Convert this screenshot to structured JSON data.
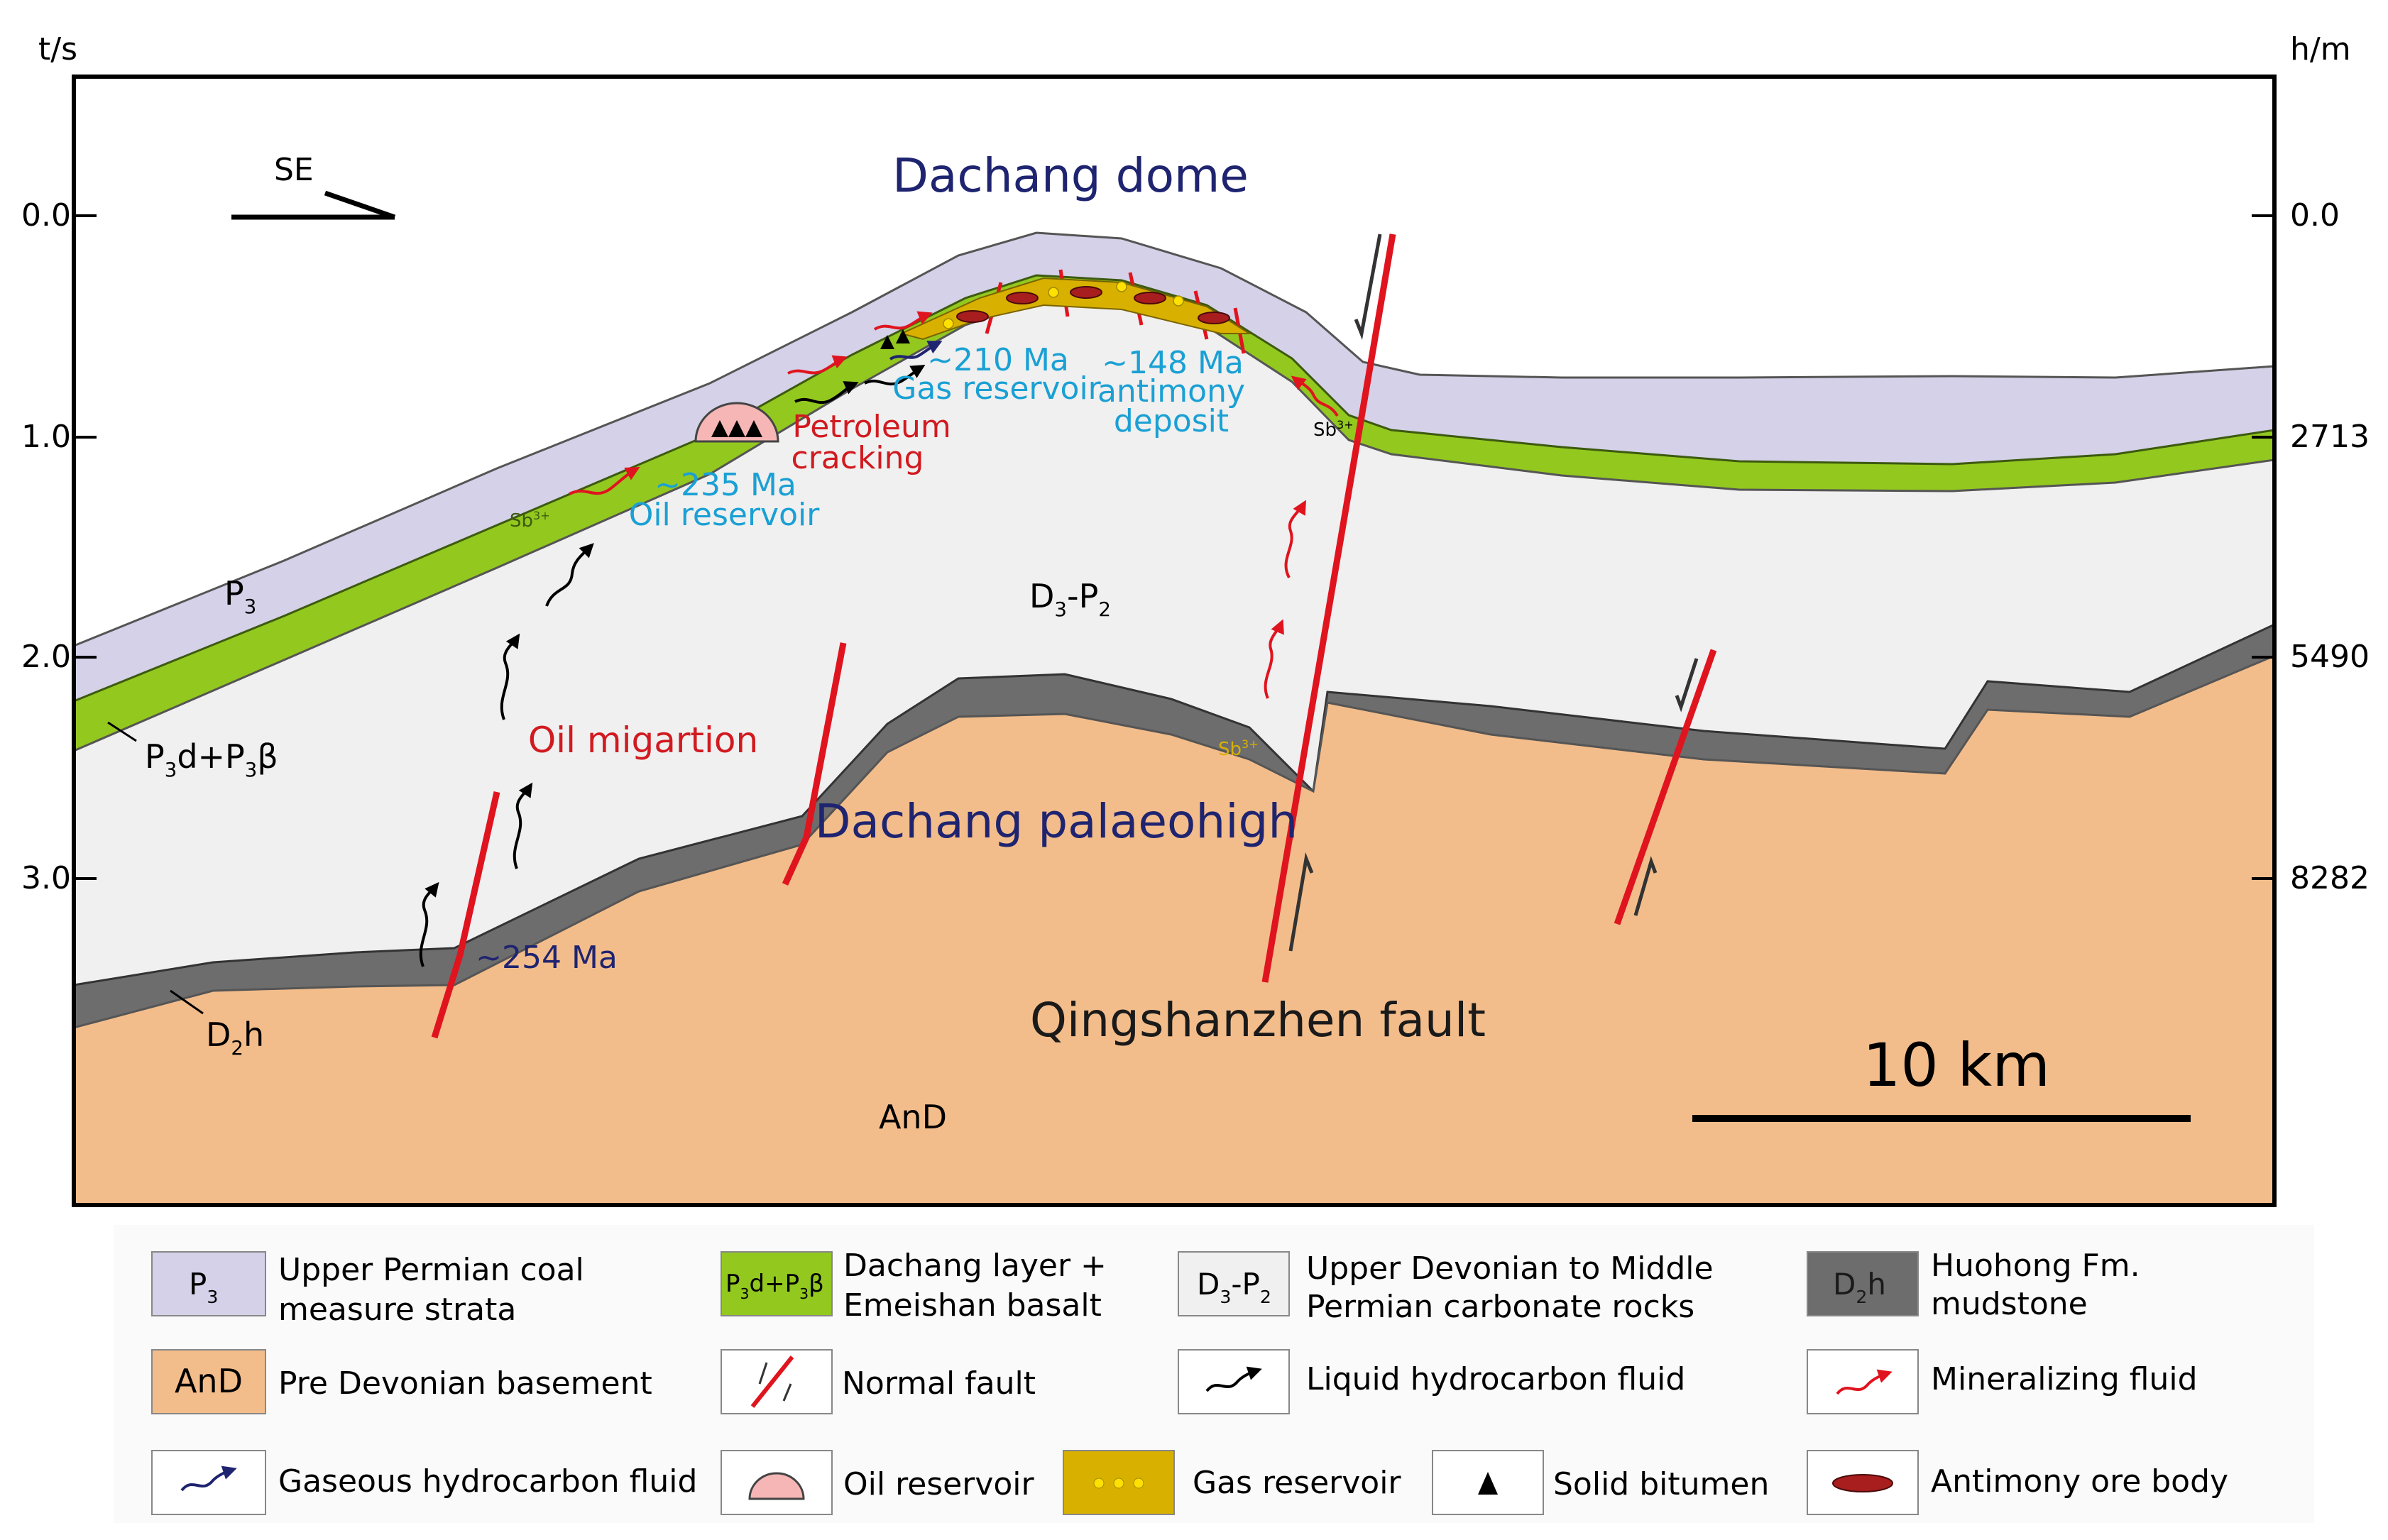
{
  "axes": {
    "left_unit": "t/s",
    "right_unit": "h/m",
    "left_ticks": [
      "0.0",
      "1.0",
      "2.0",
      "3.0"
    ],
    "right_ticks": [
      "0.0",
      "2713",
      "5490",
      "8282"
    ]
  },
  "direction_label": "SE",
  "titles": {
    "dome": "Dachang dome",
    "palaeohigh": "Dachang palaeohigh",
    "fault": "Qingshanzhen fault"
  },
  "annotations": {
    "oil_migration": "Oil migartion",
    "petroleum_cracking_1": "Petroleum",
    "petroleum_cracking_2": "cracking",
    "oil_reservoir_age": "~235 Ma",
    "oil_reservoir_label": "Oil reservoir",
    "gas_reservoir_age": "~210 Ma",
    "gas_reservoir_label": "Gas reservoir",
    "antimony_age": "~148 Ma",
    "antimony_label_1": "antimony",
    "antimony_label_2": "deposit",
    "fault_age": "~254 Ma",
    "sb_ion": "Sb"
  },
  "layer_labels": {
    "p3": "P",
    "p3_sub": "3",
    "p3d": "P",
    "p3d_sub1": "3",
    "p3d_mid": "d+P",
    "p3d_sub2": "3",
    "p3d_end": "β",
    "d3p2_d": "D",
    "d3p2_sub1": "3",
    "d3p2_mid": "-P",
    "d3p2_sub2": "2",
    "d2h_d": "D",
    "d2h_sub": "2",
    "d2h_h": "h",
    "and": "AnD"
  },
  "scale_bar": {
    "label": "10 km"
  },
  "colors": {
    "p3": "#d4d1e8",
    "dachang_layer": "#93c81f",
    "carbonate": "#f0f0f0",
    "mudstone": "#6d6d6d",
    "basement": "#f3bd8b",
    "fault": "#e0141e",
    "gas": "#d8b000",
    "title_blue": "#1f2470",
    "age_cyan": "#1aa0d4",
    "label_red": "#d11a20"
  },
  "legend": [
    {
      "swatch": "P3",
      "color": "#d4d1e8",
      "line1": "Upper Permian coal",
      "line2": "measure strata"
    },
    {
      "swatch": "P3d+P3β",
      "color": "#93c81f",
      "line1": "Dachang layer +",
      "line2": "Emeishan basalt"
    },
    {
      "swatch": "D3-P2",
      "color": "#f0f0f0",
      "line1": "Upper Devonian to Middle",
      "line2": "Permian carbonate rocks"
    },
    {
      "swatch": "D2h",
      "color": "#6d6d6d",
      "line1": "Huohong Fm.",
      "line2": "mudstone"
    },
    {
      "swatch": "AnD",
      "color": "#f3bd8b",
      "line1": "Pre Devonian basement"
    },
    {
      "swatch": "normal-fault-icon",
      "line1": "Normal fault"
    },
    {
      "swatch": "liquid-hydrocarbon-icon",
      "line1": "Liquid hydrocarbon fluid"
    },
    {
      "swatch": "mineralizing-fluid-icon",
      "line1": "Mineralizing fluid"
    },
    {
      "swatch": "gaseous-hydrocarbon-icon",
      "line1": "Gaseous hydrocarbon fluid"
    },
    {
      "swatch": "oil-reservoir-icon",
      "line1": "Oil reservoir"
    },
    {
      "swatch": "gas-reservoir-icon",
      "line1": "Gas reservoir"
    },
    {
      "swatch": "solid-bitumen-icon",
      "line1": "Solid bitumen"
    },
    {
      "swatch": "antimony-ore-icon",
      "line1": "Antimony ore body"
    }
  ]
}
